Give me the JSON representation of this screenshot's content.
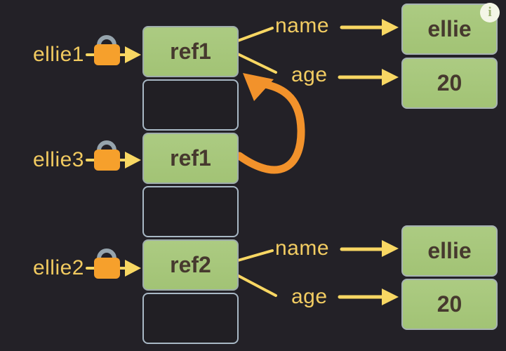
{
  "colors": {
    "background": "#232127",
    "cell_green": "#a8c87e",
    "cell_text": "#46392e",
    "label_yellow": "#f1ca60",
    "arrow_yellow": "#f8d763",
    "curved_arrow_orange": "#f2922b",
    "lock_body_orange": "#f6a02c",
    "lock_shackle_gray": "#96a4ad",
    "empty_cell_border": "#a8b8c5",
    "info_icon_bg": "#f4f6e7",
    "info_icon_fg": "#9cb171"
  },
  "variables": [
    {
      "label": "ellie1",
      "icon": "lock-icon",
      "points_to_cell": 0
    },
    {
      "label": "ellie3",
      "icon": "lock-icon",
      "points_to_cell": 2
    },
    {
      "label": "ellie2",
      "icon": "lock-icon",
      "points_to_cell": 4
    }
  ],
  "memory_cells": [
    {
      "value": "ref1",
      "filled": true
    },
    {
      "value": "",
      "filled": false
    },
    {
      "value": "ref1",
      "filled": true
    },
    {
      "value": "",
      "filled": false
    },
    {
      "value": "ref2",
      "filled": true
    },
    {
      "value": "",
      "filled": false
    }
  ],
  "objects": [
    {
      "properties": [
        {
          "key": "name",
          "value": "ellie"
        },
        {
          "key": "age",
          "value": "20"
        }
      ]
    },
    {
      "properties": [
        {
          "key": "name",
          "value": "ellie"
        },
        {
          "key": "age",
          "value": "20"
        }
      ]
    }
  ],
  "info_icon": {
    "glyph": "i"
  }
}
